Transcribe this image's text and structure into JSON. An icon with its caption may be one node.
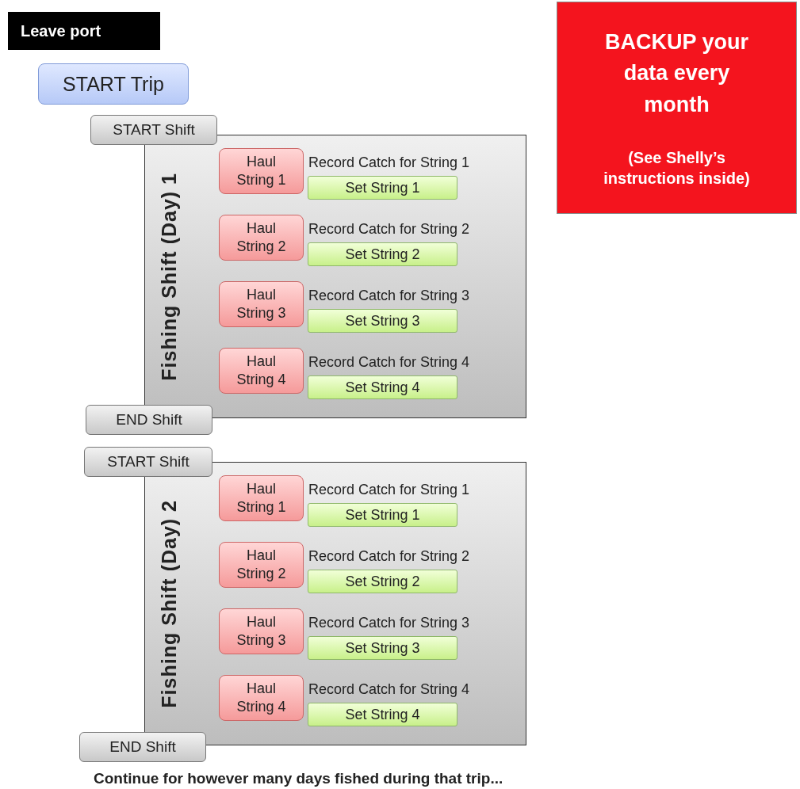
{
  "diagram": {
    "nodes": [
      {
        "text": [
          "Leave port"
        ]
      },
      {
        "text": [
          "BACKUP your data every month",
          "(See Shelly’s instructions inside)"
        ]
      },
      {
        "text": [
          "START Trip"
        ]
      },
      {
        "text": [
          "START Shift"
        ]
      },
      {
        "text": [
          "Fishing Shift (Day) 1"
        ]
      },
      {
        "text": [
          "Haul String 1"
        ],
        "in": 4
      },
      {
        "text": [
          "Set String 1"
        ],
        "in": 4,
        "beside": [
          "Record Catch for String 1"
        ]
      },
      {
        "text": [
          "Haul String 2"
        ],
        "in": 4
      },
      {
        "text": [
          "Set String 2"
        ],
        "in": 4,
        "beside": [
          "Record Catch for String 2"
        ]
      },
      {
        "text": [
          "Haul String 3"
        ],
        "in": 4
      },
      {
        "text": [
          "Set String 3"
        ],
        "in": 4,
        "beside": [
          "Record Catch for String 3"
        ]
      },
      {
        "text": [
          "Haul String 4"
        ],
        "in": 4
      },
      {
        "text": [
          "Set String 4"
        ],
        "in": 4,
        "beside": [
          "Record Catch for String 4"
        ]
      },
      {
        "text": [
          "END Shift"
        ]
      },
      {
        "text": [
          "START Shift"
        ]
      },
      {
        "text": [
          "Fishing Shift (Day) 2"
        ]
      },
      {
        "text": [
          "Haul String 1"
        ],
        "in": 15
      },
      {
        "text": [
          "Set String 1"
        ],
        "in": 15,
        "beside": [
          "Record Catch for String 1"
        ]
      },
      {
        "text": [
          "Haul String 2"
        ],
        "in": 15
      },
      {
        "text": [
          "Set String 2"
        ],
        "in": 15,
        "beside": [
          "Record Catch for String 2"
        ]
      },
      {
        "text": [
          "Haul String 3"
        ],
        "in": 15
      },
      {
        "text": [
          "Set String 3"
        ],
        "in": 15,
        "beside": [
          "Record Catch for String 3"
        ]
      },
      {
        "text": [
          "Haul String 4"
        ],
        "in": 15
      },
      {
        "text": [
          "Set String 4"
        ],
        "in": 15,
        "beside": [
          "Record Catch for String 4"
        ]
      },
      {
        "text": [
          "END Shift"
        ]
      }
    ],
    "edges": [],
    "labels": [
      "Continue for however many days fished during that trip..."
    ]
  }
}
